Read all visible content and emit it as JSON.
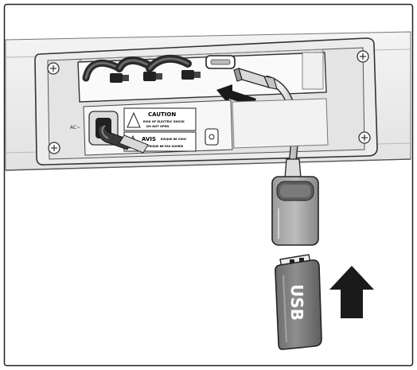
{
  "figure": {
    "caution_label": {
      "heading": "CAUTION",
      "line1": "RISK OF ELECTRIC SHOCK",
      "line2": "DO NOT OPEN"
    },
    "avis_label": {
      "heading": "AVIS",
      "line1": "RISQUE DE CHOC",
      "line2": "ÉLECTRIQUE NE PAS OUVRIR"
    },
    "ac_label": "AC~",
    "usb_stick_label": "USB"
  }
}
